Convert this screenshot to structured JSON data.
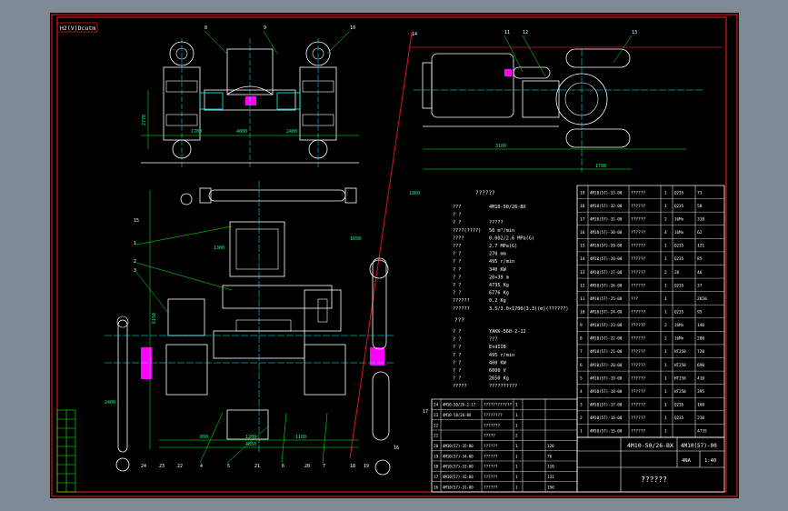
{
  "title_tag": "H2(V)Dcutm",
  "drawing": {
    "code": "4M10-50/26-BX",
    "number": "4M10(57)-00",
    "sheet": "4NA",
    "revision": "1:40",
    "title_cn": "??????"
  },
  "specs": {
    "heading": "??????",
    "rows": [
      {
        "k": "???",
        "v": "4M10-50/26-BX"
      },
      {
        "k": "?  ?",
        "v": ""
      },
      {
        "k": "?  ?",
        "v": "?????"
      },
      {
        "k": "????(????)",
        "v": "50   m³/min"
      },
      {
        "k": "????",
        "v": "0.002/2.6  MPa(G)"
      },
      {
        "k": "???",
        "v": "2.7     MPa(G)"
      },
      {
        "k": "?  ?",
        "v": "270     mm"
      },
      {
        "k": "?  ?",
        "v": "495     r/min"
      },
      {
        "k": "?  ?",
        "v": "340     KW"
      },
      {
        "k": "?  ?",
        "v": "20×39   m"
      },
      {
        "k": "?  ?",
        "v": "4735    Kg"
      },
      {
        "k": "?  ?",
        "v": "6776    Kg"
      },
      {
        "k": "??????",
        "v": "0.2     Kg"
      },
      {
        "k": "??????",
        "v": "3.5/3.0×1700(3.3)(m)(??????)"
      }
    ],
    "motor_heading": "???",
    "motor_rows": [
      {
        "k": "?  ?",
        "v": "YAKK-560-2-12"
      },
      {
        "k": "?  ?",
        "v": "???"
      },
      {
        "k": "?  ?",
        "v": "ExdIIB"
      },
      {
        "k": "?  ?",
        "v": "495     r/min"
      },
      {
        "k": "?  ?",
        "v": "400     KW"
      },
      {
        "k": "?  ?",
        "v": "6000    V"
      },
      {
        "k": "?  ?",
        "v": "2650    Kg"
      },
      {
        "k": "?????",
        "v": "??????????"
      }
    ]
  },
  "parts_list": [
    {
      "no": "19",
      "code": "4M10(57)-33-00",
      "name": "??????",
      "qty": "1",
      "mat": "Q235",
      "wt": "73"
    },
    {
      "no": "18",
      "code": "4M10(57)-32-00",
      "name": "??????",
      "qty": "1",
      "mat": "Q235",
      "wt": "58"
    },
    {
      "no": "17",
      "code": "4M10(57)-31-00",
      "name": "??????",
      "qty": "2",
      "mat": "16Mn",
      "wt": "310"
    },
    {
      "no": "16",
      "code": "4M10(57)-30-00",
      "name": "??????",
      "qty": "4",
      "mat": "16Mn",
      "wt": "62"
    },
    {
      "no": "15",
      "code": "4M10(57)-29-00",
      "name": "??????",
      "qty": "1",
      "mat": "Q235",
      "wt": "121"
    },
    {
      "no": "14",
      "code": "4M10(57)-28-00",
      "name": "??????",
      "qty": "1",
      "mat": "Q235",
      "wt": "85"
    },
    {
      "no": "13",
      "code": "4M10(57)-27-00",
      "name": "??????",
      "qty": "2",
      "mat": "20",
      "wt": "46"
    },
    {
      "no": "12",
      "code": "4M10(57)-26-00",
      "name": "??????",
      "qty": "1",
      "mat": "Q235",
      "wt": "37"
    },
    {
      "no": "11",
      "code": "4M10(57)-25-00",
      "name": "???",
      "qty": "1",
      "mat": "",
      "wt": "2650"
    },
    {
      "no": "10",
      "code": "4M10(57)-24-00",
      "name": "??????",
      "qty": "1",
      "mat": "Q235",
      "wt": "95"
    },
    {
      "no": "9",
      "code": "4M10(57)-23-00",
      "name": "??????",
      "qty": "2",
      "mat": "16Mn",
      "wt": "140"
    },
    {
      "no": "8",
      "code": "4M10(57)-22-00",
      "name": "??????",
      "qty": "2",
      "mat": "16Mn",
      "wt": "280"
    },
    {
      "no": "7",
      "code": "4M10(57)-21-00",
      "name": "??????",
      "qty": "1",
      "mat": "HT250",
      "wt": "720"
    },
    {
      "no": "6",
      "code": "4M10(57)-20-00",
      "name": "??????",
      "qty": "1",
      "mat": "HT250",
      "wt": "690"
    },
    {
      "no": "5",
      "code": "4M10(57)-19-00",
      "name": "??????",
      "qty": "1",
      "mat": "HT250",
      "wt": "410"
    },
    {
      "no": "4",
      "code": "4M10(57)-18-00",
      "name": "??????",
      "qty": "1",
      "mat": "HT250",
      "wt": "395"
    },
    {
      "no": "3",
      "code": "4M10(57)-17-00",
      "name": "??????",
      "qty": "1",
      "mat": "Q235",
      "wt": "160"
    },
    {
      "no": "2",
      "code": "4M10(57)-16-00",
      "name": "??????",
      "qty": "1",
      "mat": "Q235",
      "wt": "210"
    },
    {
      "no": "1",
      "code": "4M10(57)-15-00",
      "name": "??????",
      "qty": "1",
      "mat": "",
      "wt": "4735"
    }
  ],
  "bottom_table": [
    {
      "no": "24",
      "code": "4M10-50/26-2-17",
      "name": "????????????",
      "qty": "1"
    },
    {
      "no": "23",
      "code": "4M10-50/26-BX",
      "name": "????????",
      "qty": "1"
    },
    {
      "no": "22",
      "code": "",
      "name": "???????",
      "qty": "1"
    },
    {
      "no": "21",
      "code": "",
      "name": "?????",
      "qty": "2"
    },
    {
      "no": "20",
      "code": "4M10(57)-35-00",
      "name": "??????",
      "qty": "1",
      "wt": "120"
    },
    {
      "no": "19",
      "code": "4M10(57)-34-00",
      "name": "??????",
      "qty": "1",
      "wt": "76"
    },
    {
      "no": "18",
      "code": "4M10(57)-33-00",
      "name": "??????",
      "qty": "1",
      "wt": "110"
    },
    {
      "no": "17",
      "code": "4M10(57)-32-00",
      "name": "??????",
      "qty": "1",
      "wt": "131"
    },
    {
      "no": "16",
      "code": "4M10(57)-31-00",
      "name": "??????",
      "qty": "1",
      "wt": "150"
    }
  ],
  "dimensions": [
    "2770",
    "4000",
    "1700",
    "2480",
    "3100",
    "1780",
    "1200",
    "850",
    "1100",
    "4650",
    "1650",
    "1300",
    "6150",
    "2400",
    "1860"
  ],
  "callouts": [
    "1",
    "2",
    "3",
    "4",
    "5",
    "6",
    "7",
    "8",
    "9",
    "10",
    "11",
    "12",
    "13",
    "14",
    "15",
    "16",
    "17",
    "18",
    "19",
    "20",
    "21",
    "22",
    "23",
    "24"
  ],
  "colors": {
    "sheet": "#000000",
    "frame": "#d9161b",
    "text": "#ffffff",
    "leader": "#00ff00",
    "center": "#00ffff",
    "accent": "#ff00ff",
    "dim": "#00ff80"
  }
}
